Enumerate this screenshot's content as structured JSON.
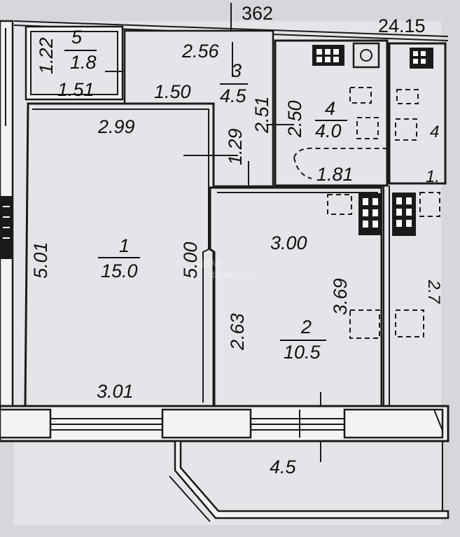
{
  "header": {
    "top_number": "362",
    "corner_number": "24.15"
  },
  "rooms": [
    {
      "id": "1",
      "number": "1",
      "area": "15.0"
    },
    {
      "id": "2",
      "number": "2",
      "area": "10.5"
    },
    {
      "id": "3",
      "number": "3",
      "area": "4.5"
    },
    {
      "id": "4",
      "number": "4",
      "area": "4.0"
    },
    {
      "id": "5",
      "number": "5",
      "area": "1.8"
    }
  ],
  "dimensions": {
    "bath_height": "1.22",
    "bath_width": "1.51",
    "hall_width": "2.56",
    "hall_lower_width": "1.50",
    "hall_length": "2.51",
    "kitchen_depth": "2.50",
    "kitchen_width": "1.81",
    "room1_top": "2.99",
    "room1_left": "5.01",
    "room1_right": "5.00",
    "room1_bottom": "3.01",
    "corridor_step": "1.29",
    "room2_top": "3.00",
    "room2_right": "3.69",
    "room2_left": "2.63",
    "balcony": "4.5",
    "right_fragment_top": "4",
    "right_fragment_mid": "1.",
    "right_fragment_side": "2.7"
  },
  "watermark": {
    "line1": "ЦИАН",
    "line2": "фрамнкер"
  }
}
